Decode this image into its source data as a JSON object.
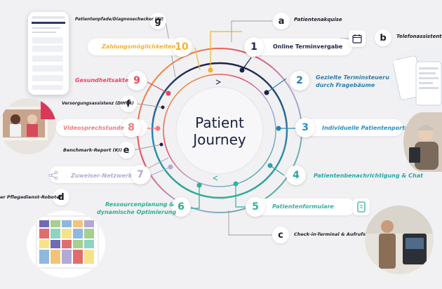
{
  "center": {
    "line1": "Patient",
    "line2": "Journey"
  },
  "numbered": [
    {
      "n": "1",
      "label": "Online Terminvergabe",
      "color": "#1f2246"
    },
    {
      "n": "2",
      "label": "Gezielte Terminsteuerung",
      "label2": "durch Fragebäume",
      "color": "#2b7fb0"
    },
    {
      "n": "3",
      "label": "Individuelle Patientenportale",
      "color": "#2e8fc0"
    },
    {
      "n": "4",
      "label": "Patientenbenachrichtigung & Chat",
      "color": "#2aa6a6"
    },
    {
      "n": "5",
      "label": "Patientenformulare",
      "color": "#2fb3a3"
    },
    {
      "n": "6",
      "label": "Ressourcenplanung &",
      "label2": "dynamische Optimierung",
      "color": "#2eae95"
    },
    {
      "n": "7",
      "label": "Zuweiser-Netzwerk",
      "color": "#b3a9d6"
    },
    {
      "n": "8",
      "label": "Videosprechstunde",
      "color": "#f07a7a"
    },
    {
      "n": "9",
      "label": "Gesundheitsakte",
      "color": "#e8455d"
    },
    {
      "n": "10",
      "label": "Zahlungsmöglichkeiten",
      "color": "#f4b230"
    }
  ],
  "lettered": [
    {
      "l": "a",
      "label": "Patientenakquise"
    },
    {
      "l": "b",
      "label": "Telefonassistent (KI)"
    },
    {
      "l": "c",
      "label": "Check-in-Terminal & Aufrufsystem"
    },
    {
      "l": "d",
      "label": "er Pflegedienst-Roboter"
    },
    {
      "l": "e",
      "label": "Benchmark-Report (KI)"
    },
    {
      "l": "f",
      "label": "Versorgungsassistenz (DIHVA)"
    },
    {
      "l": "g",
      "label": "Patientenpfade/Diagnosechecker (KI)"
    }
  ],
  "colors": {
    "navy": "#1f2246",
    "yellow": "#f4b230",
    "red": "#e8455d",
    "coral": "#f07a7a",
    "lavender": "#b3a9d6",
    "teal": "#2eae95",
    "blue": "#2b7fb0"
  },
  "icons": [
    "calendar-icon",
    "share-icon",
    "mobile-form-icon"
  ]
}
